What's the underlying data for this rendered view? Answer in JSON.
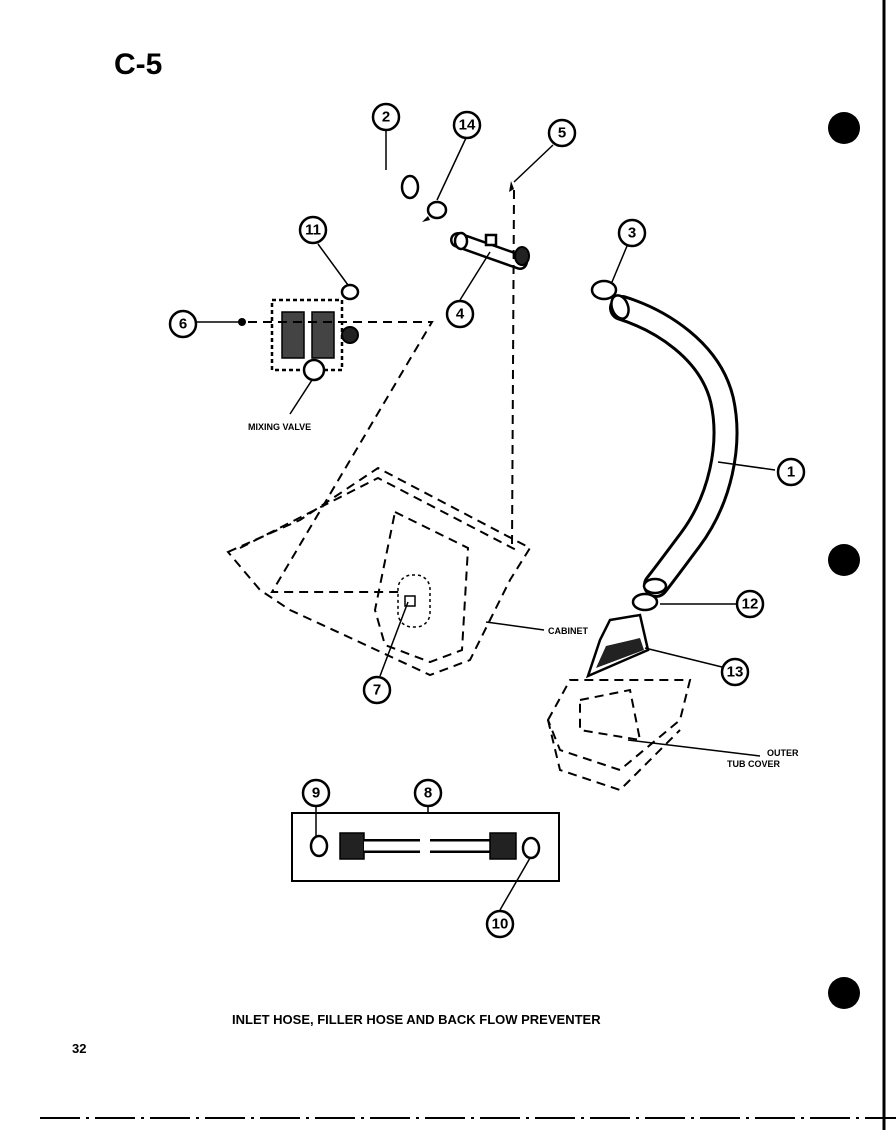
{
  "page": {
    "section_code": "C-5",
    "caption": "INLET HOSE, FILLER HOSE AND BACK FLOW PREVENTER",
    "page_number": "32"
  },
  "labels": {
    "mixing_valve": "MIXING VALVE",
    "cabinet": "CABINET",
    "outer_line1": "OUTER",
    "outer_line2": "TUB COVER"
  },
  "callouts": {
    "c1": "1",
    "c2": "2",
    "c3": "3",
    "c4": "4",
    "c5": "5",
    "c6": "6",
    "c7": "7",
    "c8": "8",
    "c9": "9",
    "c10": "10",
    "c11": "11",
    "c12": "12",
    "c13": "13",
    "c14": "14"
  }
}
